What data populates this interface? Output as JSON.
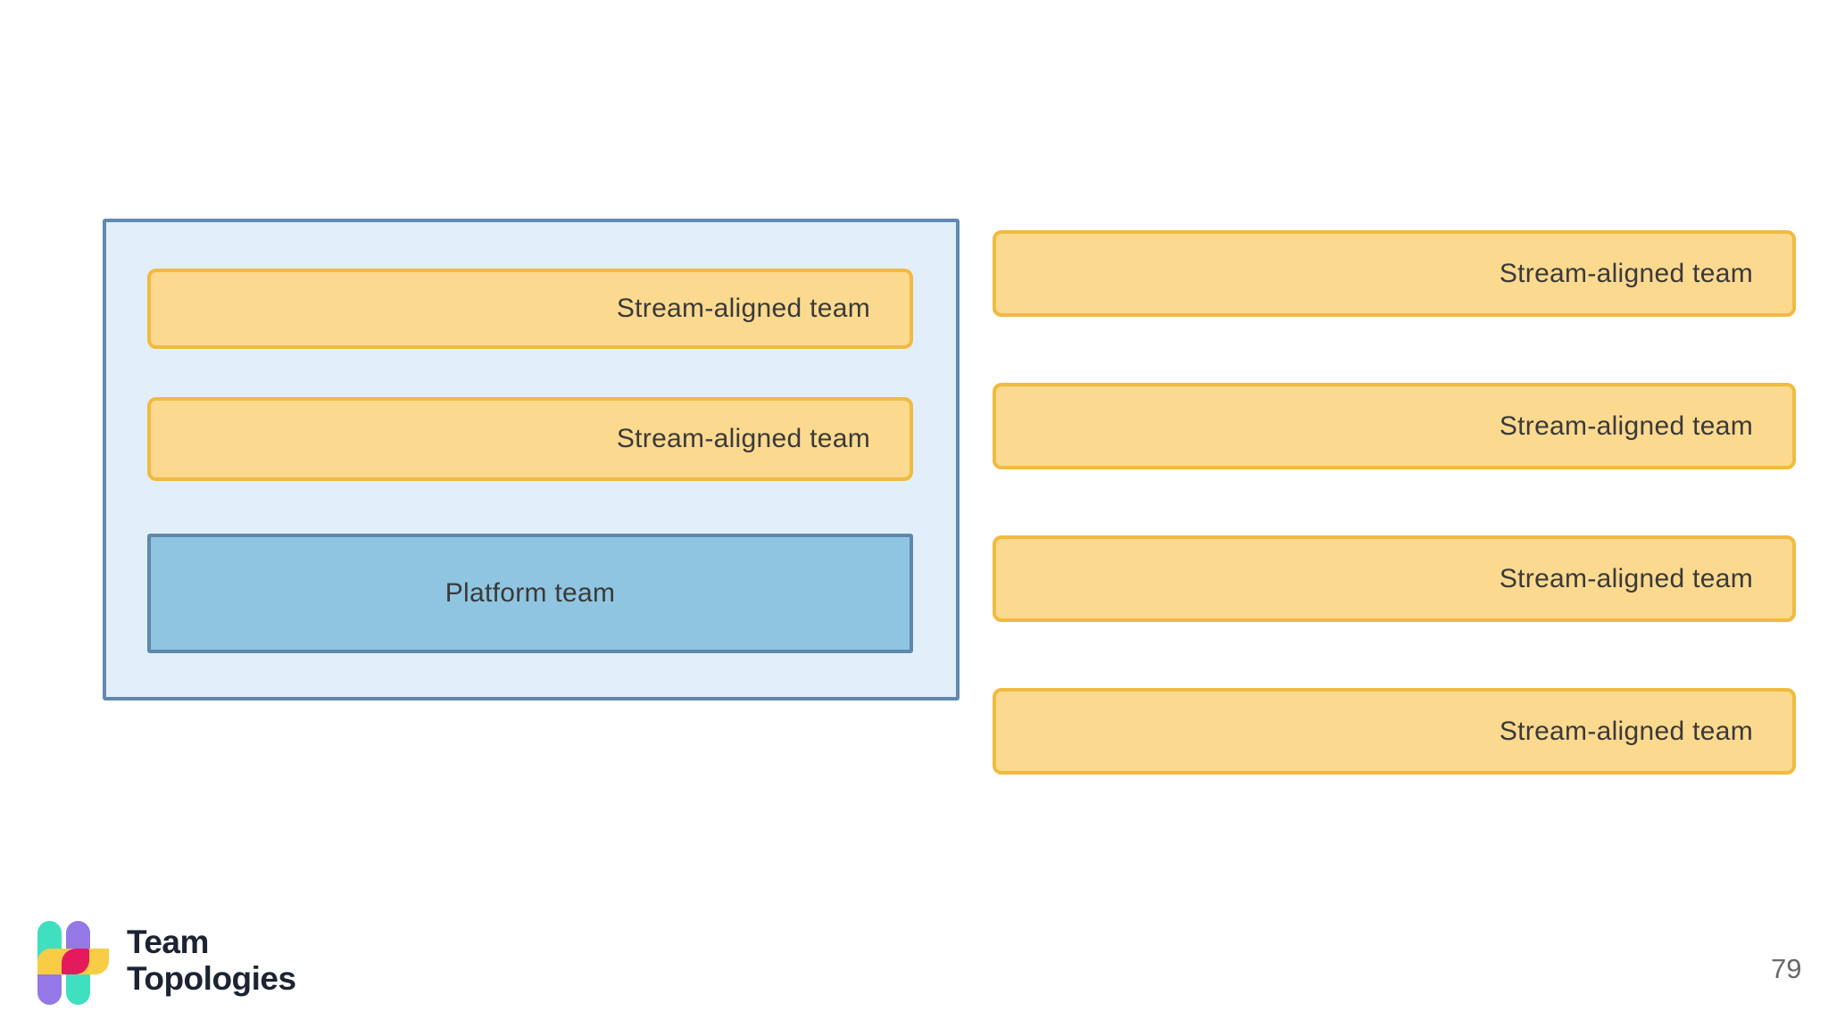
{
  "slide": {
    "page_number": "79"
  },
  "logo": {
    "line1": "Team",
    "line2": "Topologies"
  },
  "diagram": {
    "left_group": {
      "description": "grouping box containing stream-aligned teams and a platform team",
      "stream_teams": [
        {
          "label": "Stream-aligned team"
        },
        {
          "label": "Stream-aligned team"
        }
      ],
      "platform_team": {
        "label": "Platform team"
      }
    },
    "right_stream_teams": [
      {
        "label": "Stream-aligned team"
      },
      {
        "label": "Stream-aligned team"
      },
      {
        "label": "Stream-aligned team"
      },
      {
        "label": "Stream-aligned team"
      }
    ]
  },
  "colors": {
    "stream_fill": "#FBD98F",
    "stream_border": "#F1BA40",
    "platform_fill": "#8FC5E1",
    "platform_border": "#5F88AD",
    "group_fill": "#E2EFFA",
    "group_border": "#6089AE",
    "label_text": "#3A3A3A",
    "logo_text": "#1C2433",
    "logo_teal": "#3FE0BF",
    "logo_purple": "#9478E8",
    "logo_yellow": "#F8CC45",
    "logo_crimson": "#E51A5C",
    "page_number_text": "#696969"
  }
}
